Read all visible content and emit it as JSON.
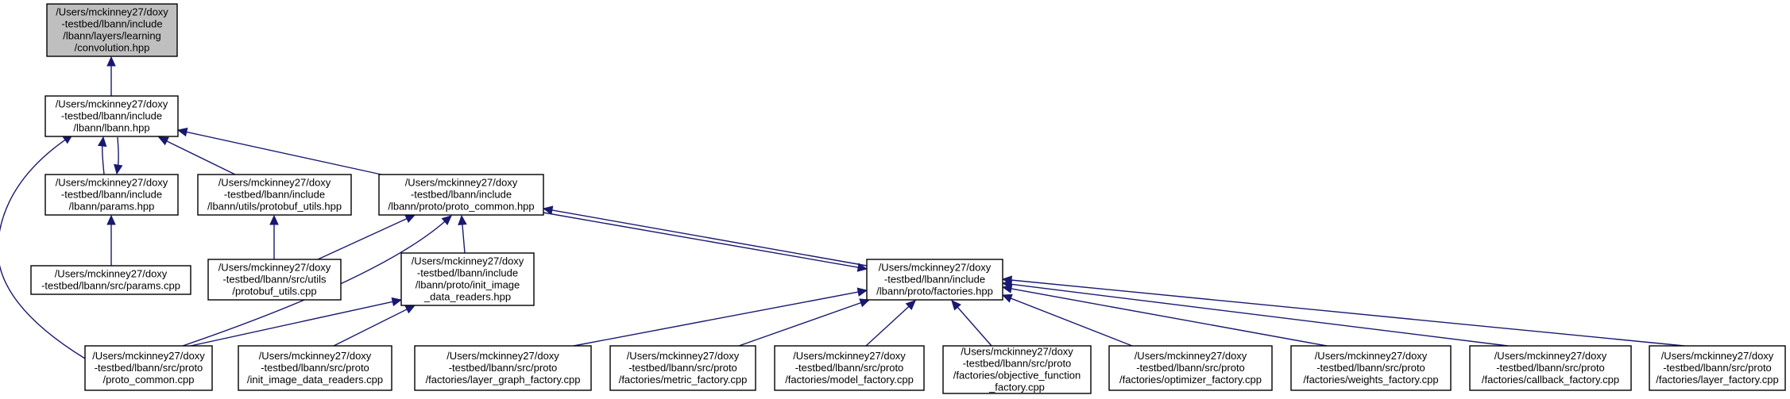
{
  "nodes": [
    {
      "id": "convolution",
      "lines": [
        "/Users/mckinney27/doxy",
        "-testbed/lbann/include",
        "/lbann/layers/learning",
        "/convolution.hpp"
      ]
    },
    {
      "id": "lbann_hpp",
      "lines": [
        "/Users/mckinney27/doxy",
        "-testbed/lbann/include",
        "/lbann/lbann.hpp"
      ]
    },
    {
      "id": "params_hpp",
      "lines": [
        "/Users/mckinney27/doxy",
        "-testbed/lbann/include",
        "/lbann/params.hpp"
      ]
    },
    {
      "id": "protobuf_utils_hpp",
      "lines": [
        "/Users/mckinney27/doxy",
        "-testbed/lbann/include",
        "/lbann/utils/protobuf_utils.hpp"
      ]
    },
    {
      "id": "proto_common_hpp",
      "lines": [
        "/Users/mckinney27/doxy",
        "-testbed/lbann/include",
        "/lbann/proto/proto_common.hpp"
      ]
    },
    {
      "id": "params_cpp",
      "lines": [
        "/Users/mckinney27/doxy",
        "-testbed/lbann/src/params.cpp"
      ]
    },
    {
      "id": "protobuf_utils_cpp",
      "lines": [
        "/Users/mckinney27/doxy",
        "-testbed/lbann/src/utils",
        "/protobuf_utils.cpp"
      ]
    },
    {
      "id": "init_image_hpp",
      "lines": [
        "/Users/mckinney27/doxy",
        "-testbed/lbann/include",
        "/lbann/proto/init_image",
        "_data_readers.hpp"
      ]
    },
    {
      "id": "factories_hpp",
      "lines": [
        "/Users/mckinney27/doxy",
        "-testbed/lbann/include",
        "/lbann/proto/factories.hpp"
      ]
    },
    {
      "id": "proto_common_cpp",
      "lines": [
        "/Users/mckinney27/doxy",
        "-testbed/lbann/src/proto",
        "/proto_common.cpp"
      ]
    },
    {
      "id": "init_image_cpp",
      "lines": [
        "/Users/mckinney27/doxy",
        "-testbed/lbann/src/proto",
        "/init_image_data_readers.cpp"
      ]
    },
    {
      "id": "layer_graph_factory",
      "lines": [
        "/Users/mckinney27/doxy",
        "-testbed/lbann/src/proto",
        "/factories/layer_graph_factory.cpp"
      ]
    },
    {
      "id": "metric_factory",
      "lines": [
        "/Users/mckinney27/doxy",
        "-testbed/lbann/src/proto",
        "/factories/metric_factory.cpp"
      ]
    },
    {
      "id": "model_factory",
      "lines": [
        "/Users/mckinney27/doxy",
        "-testbed/lbann/src/proto",
        "/factories/model_factory.cpp"
      ]
    },
    {
      "id": "objective_function_factory",
      "lines": [
        "/Users/mckinney27/doxy",
        "-testbed/lbann/src/proto",
        "/factories/objective_function",
        "_factory.cpp"
      ]
    },
    {
      "id": "optimizer_factory",
      "lines": [
        "/Users/mckinney27/doxy",
        "-testbed/lbann/src/proto",
        "/factories/optimizer_factory.cpp"
      ]
    },
    {
      "id": "weights_factory",
      "lines": [
        "/Users/mckinney27/doxy",
        "-testbed/lbann/src/proto",
        "/factories/weights_factory.cpp"
      ]
    },
    {
      "id": "callback_factory",
      "lines": [
        "/Users/mckinney27/doxy",
        "-testbed/lbann/src/proto",
        "/factories/callback_factory.cpp"
      ]
    },
    {
      "id": "layer_factory",
      "lines": [
        "/Users/mckinney27/doxy",
        "-testbed/lbann/src/proto",
        "/factories/layer_factory.cpp"
      ]
    }
  ],
  "edges": [
    {
      "from": "lbann_hpp",
      "to": "convolution"
    },
    {
      "from": "params_hpp",
      "to": "lbann_hpp"
    },
    {
      "from": "lbann_hpp",
      "to": "params_hpp"
    },
    {
      "from": "protobuf_utils_hpp",
      "to": "lbann_hpp"
    },
    {
      "from": "proto_common_hpp",
      "to": "lbann_hpp"
    },
    {
      "from": "proto_common_cpp",
      "to": "lbann_hpp"
    },
    {
      "from": "params_cpp",
      "to": "params_hpp"
    },
    {
      "from": "protobuf_utils_cpp",
      "to": "protobuf_utils_hpp"
    },
    {
      "from": "protobuf_utils_cpp",
      "to": "proto_common_hpp"
    },
    {
      "from": "init_image_hpp",
      "to": "proto_common_hpp"
    },
    {
      "from": "proto_common_cpp",
      "to": "proto_common_hpp"
    },
    {
      "from": "factories_hpp",
      "to": "proto_common_hpp"
    },
    {
      "from": "proto_common_hpp",
      "to": "factories_hpp"
    },
    {
      "from": "proto_common_cpp",
      "to": "init_image_hpp"
    },
    {
      "from": "init_image_cpp",
      "to": "init_image_hpp"
    },
    {
      "from": "layer_graph_factory",
      "to": "factories_hpp"
    },
    {
      "from": "metric_factory",
      "to": "factories_hpp"
    },
    {
      "from": "model_factory",
      "to": "factories_hpp"
    },
    {
      "from": "objective_function_factory",
      "to": "factories_hpp"
    },
    {
      "from": "optimizer_factory",
      "to": "factories_hpp"
    },
    {
      "from": "weights_factory",
      "to": "factories_hpp"
    },
    {
      "from": "callback_factory",
      "to": "factories_hpp"
    },
    {
      "from": "layer_factory",
      "to": "factories_hpp"
    }
  ]
}
